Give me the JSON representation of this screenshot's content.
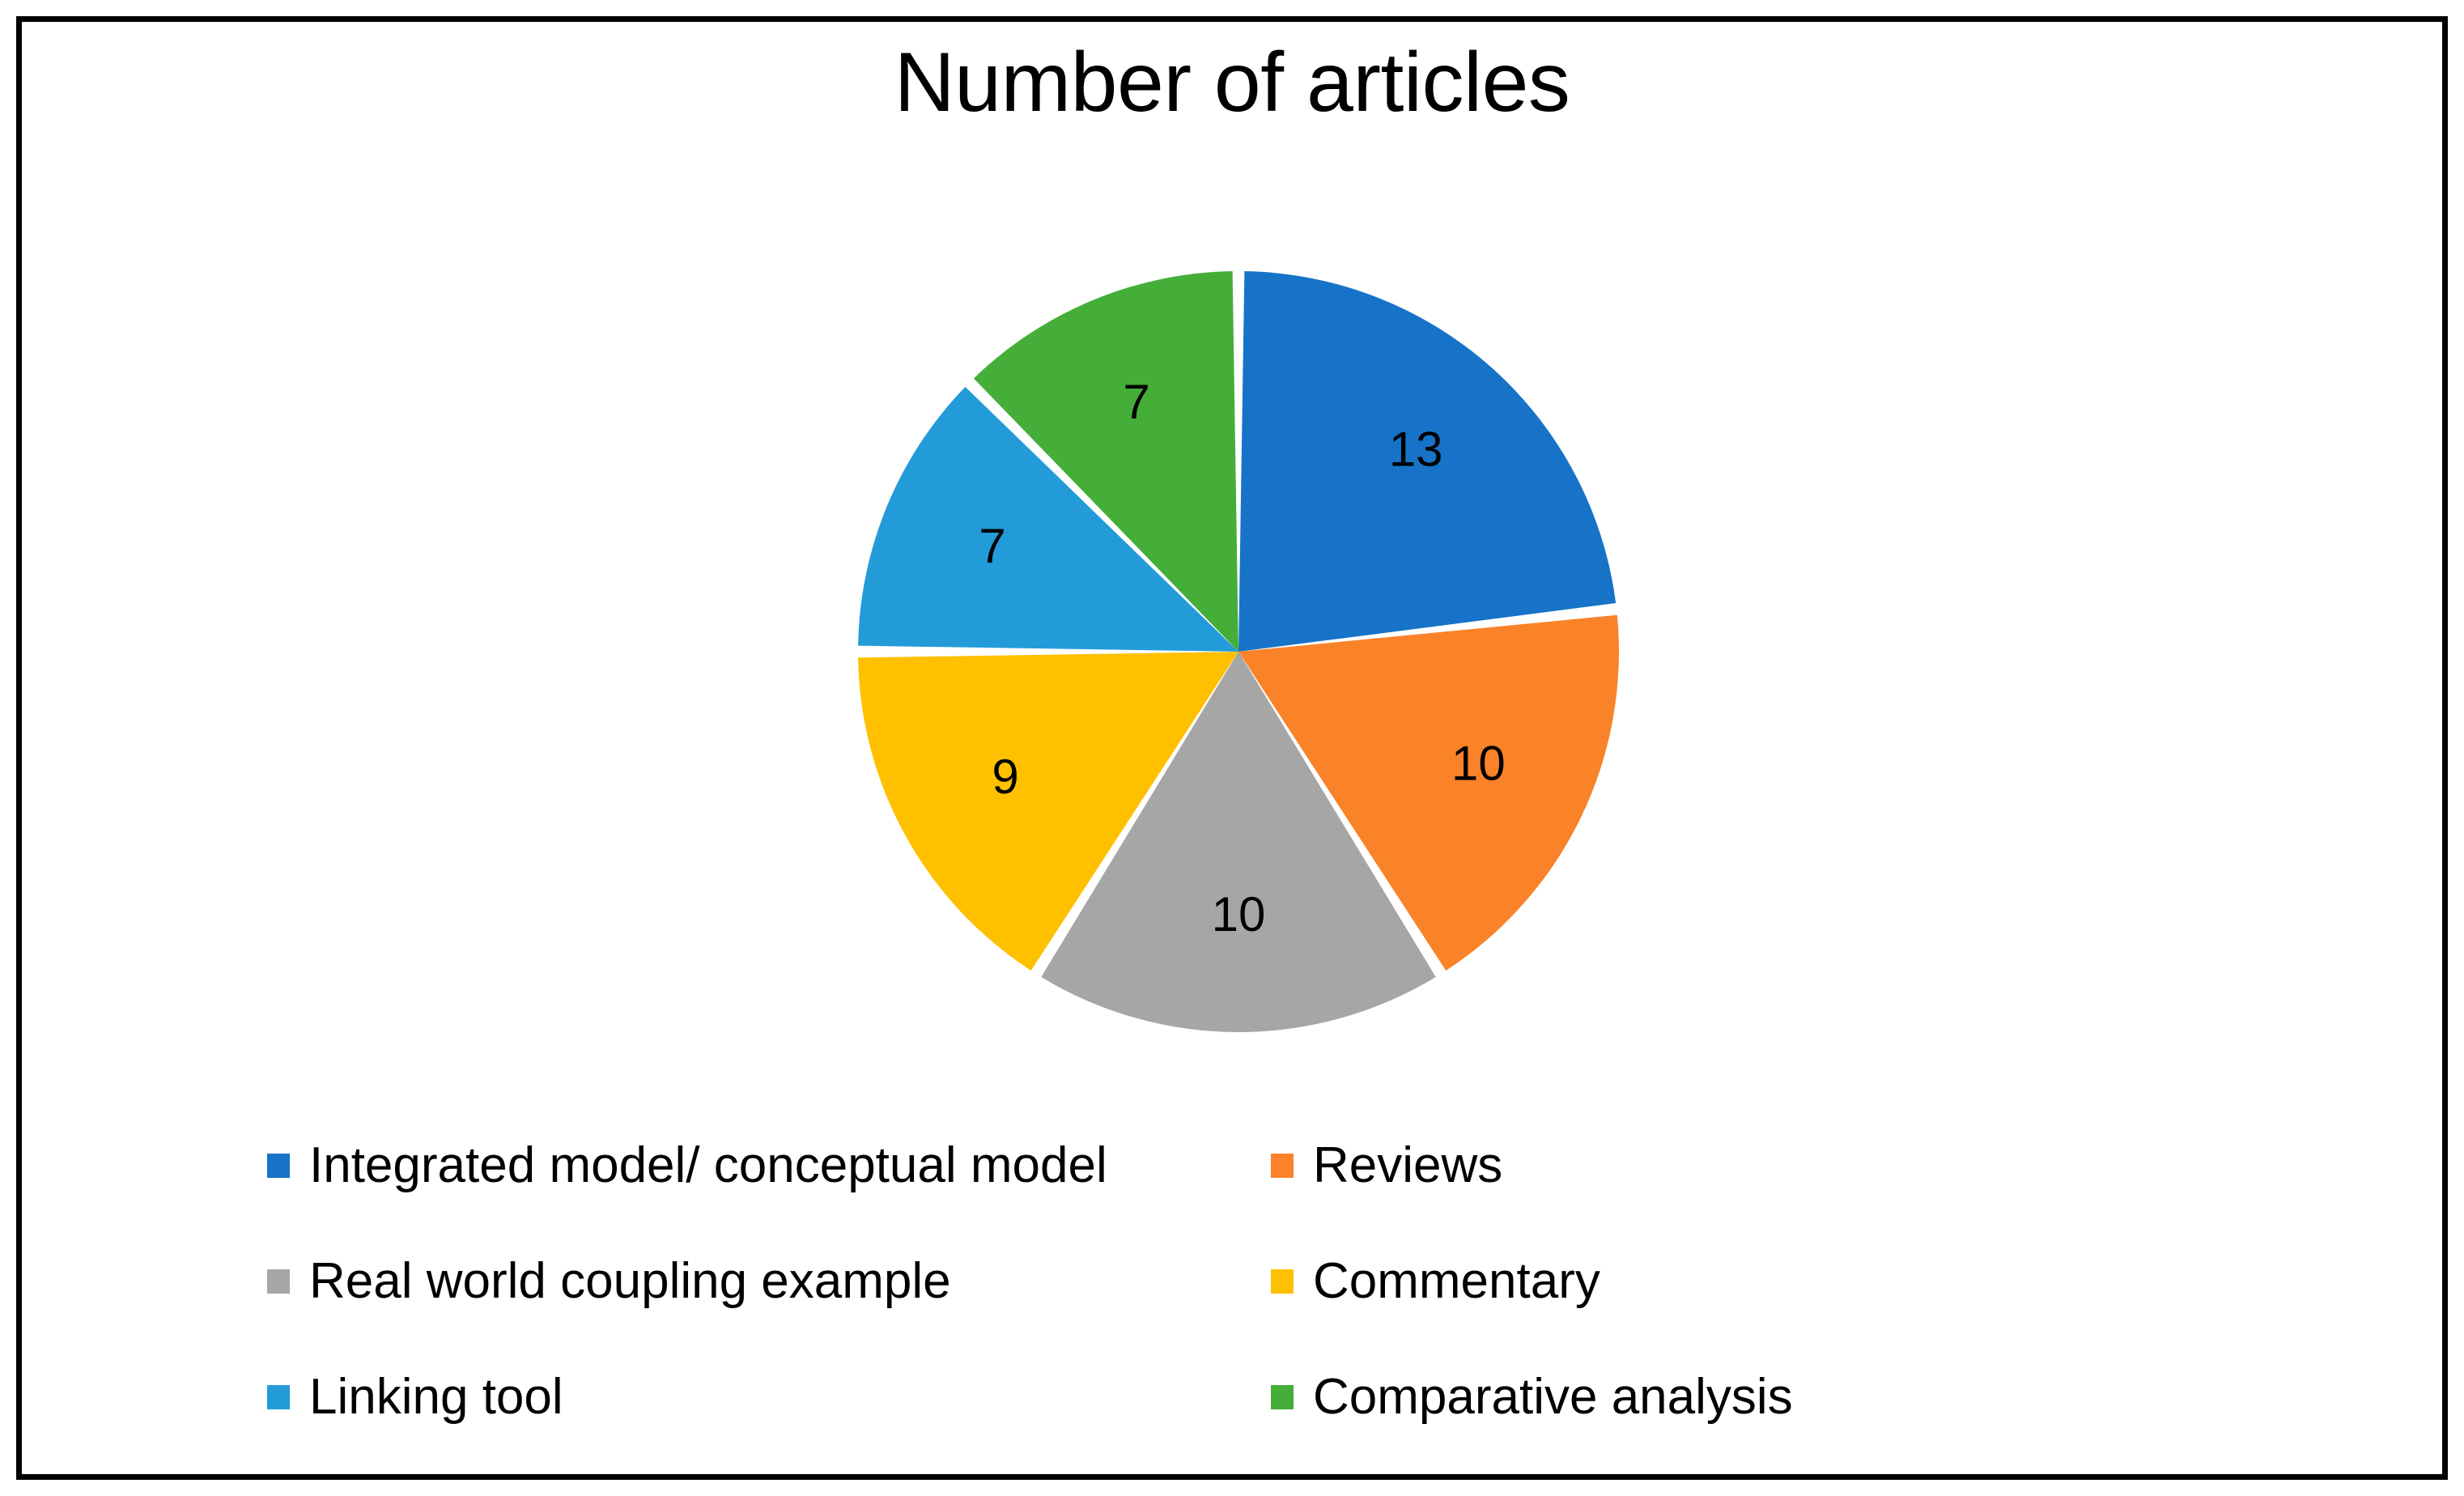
{
  "figure": {
    "background_color": "#ffffff",
    "border_color": "#000000",
    "title": "Number of articles"
  },
  "chart_data": {
    "type": "pie",
    "title": "Number of articles",
    "xlabel": "",
    "ylabel": "",
    "total": 56,
    "start_angle_deg": 0,
    "direction": "clockwise",
    "grid": false,
    "legend_position": "bottom",
    "legend_columns": 2,
    "data_labels": "value",
    "categories": [
      "Integrated model/ conceptual model",
      "Reviews",
      "Real world coupling example",
      "Commentary",
      "Linking tool",
      "Comparative analysis"
    ],
    "values": [
      13,
      10,
      10,
      9,
      7,
      7
    ],
    "colors": [
      "#1673C8",
      "#FA8228",
      "#A6A6A6",
      "#FFC000",
      "#239BD8",
      "#44AE39"
    ],
    "slices": [
      {
        "label": "Integrated model/ conceptual model",
        "value": 13,
        "value_text": "13",
        "color": "#1673C8",
        "percent": 23.2
      },
      {
        "label": "Reviews",
        "value": 10,
        "value_text": "10",
        "color": "#FA8228",
        "percent": 17.9
      },
      {
        "label": "Real world coupling example",
        "value": 10,
        "value_text": "10",
        "color": "#A6A6A6",
        "percent": 17.9
      },
      {
        "label": "Commentary",
        "value": 9,
        "value_text": "9",
        "color": "#FFC000",
        "percent": 16.1
      },
      {
        "label": "Linking tool",
        "value": 7,
        "value_text": "7",
        "color": "#239BD8",
        "percent": 12.5
      },
      {
        "label": "Comparative analysis",
        "value": 7,
        "value_text": "7",
        "color": "#44AE39",
        "percent": 12.5
      }
    ]
  },
  "legend": {
    "rows": [
      {
        "left": {
          "label": "Integrated model/ conceptual model",
          "color": "#1673C8"
        },
        "right": {
          "label": "Reviews",
          "color": "#FA8228"
        }
      },
      {
        "left": {
          "label": "Real world coupling example",
          "color": "#A6A6A6"
        },
        "right": {
          "label": "Commentary",
          "color": "#FFC000"
        }
      },
      {
        "left": {
          "label": "Linking tool",
          "color": "#239BD8"
        },
        "right": {
          "label": "Comparative analysis",
          "color": "#44AE39"
        }
      }
    ]
  }
}
